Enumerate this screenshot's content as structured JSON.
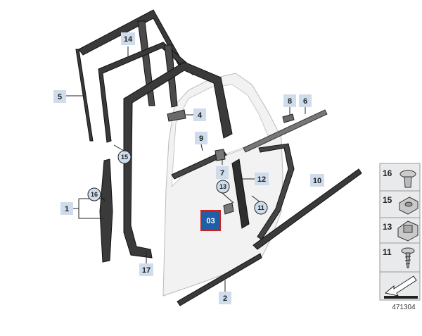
{
  "colors": {
    "label_box": "#cfdcec",
    "selected_box": "#1f5fa8",
    "selected_border": "#cc1f1f",
    "line": "#222222",
    "panel": "#e9eaec"
  },
  "callouts": [
    {
      "id": "14",
      "text": "14",
      "style": "box"
    },
    {
      "id": "5",
      "text": "5",
      "style": "box"
    },
    {
      "id": "4",
      "text": "4",
      "style": "box"
    },
    {
      "id": "9",
      "text": "9",
      "style": "box"
    },
    {
      "id": "15",
      "text": "15",
      "style": "circle"
    },
    {
      "id": "8",
      "text": "8",
      "style": "box"
    },
    {
      "id": "6",
      "text": "6",
      "style": "box"
    },
    {
      "id": "7",
      "text": "7",
      "style": "box"
    },
    {
      "id": "12",
      "text": "12",
      "style": "box"
    },
    {
      "id": "13",
      "text": "13",
      "style": "circle"
    },
    {
      "id": "11",
      "text": "11",
      "style": "circle"
    },
    {
      "id": "16",
      "text": "16",
      "style": "circle"
    },
    {
      "id": "1",
      "text": "1",
      "style": "box"
    },
    {
      "id": "03",
      "text": "03",
      "style": "selected"
    },
    {
      "id": "10",
      "text": "10",
      "style": "box"
    },
    {
      "id": "17",
      "text": "17",
      "style": "box"
    },
    {
      "id": "2",
      "text": "2",
      "style": "box"
    }
  ],
  "legend": [
    {
      "num": "16",
      "icon": "push-clip-icon"
    },
    {
      "num": "15",
      "icon": "clip-nut-icon"
    },
    {
      "num": "13",
      "icon": "clip-bracket-icon"
    },
    {
      "num": "11",
      "icon": "screw-icon"
    }
  ],
  "legend_arrow_icon": "arrow-icon",
  "reference_number": "471304"
}
